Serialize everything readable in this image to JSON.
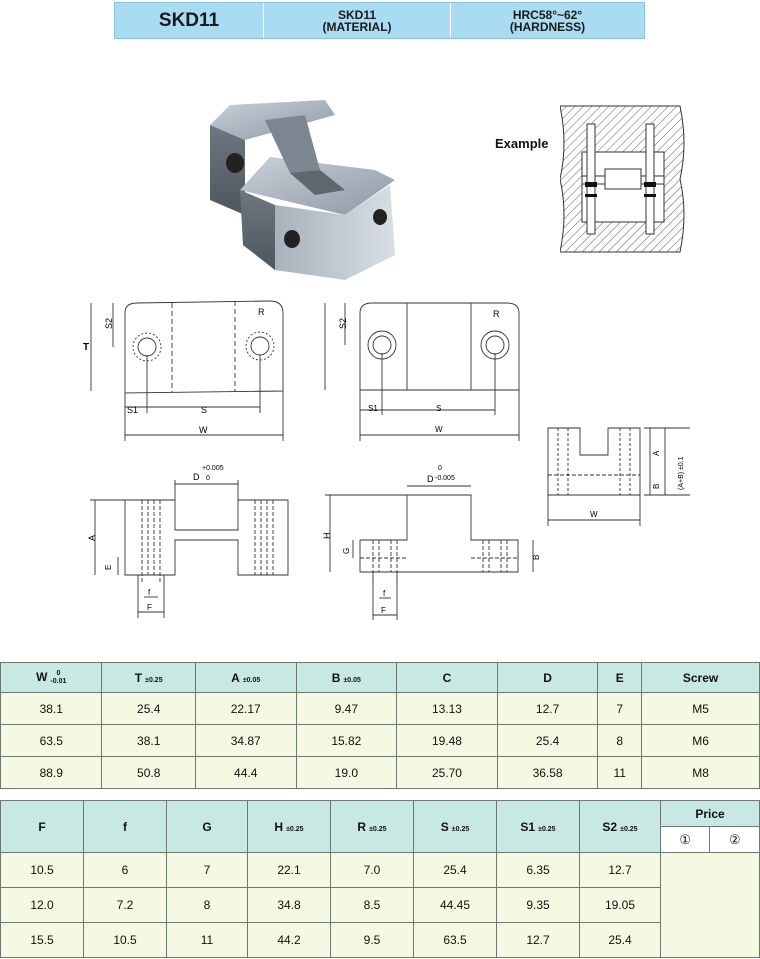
{
  "header": {
    "model": "SKD11",
    "material_value": "SKD11",
    "material_label": "(MATERIAL)",
    "hardness_value": "HRC58°~62°",
    "hardness_label": "(HARDNESS)"
  },
  "example_label": "Example",
  "drawing_labels": {
    "T": "T",
    "S2": "S2",
    "R": "R",
    "S1": "S1",
    "S": "S",
    "W": "W",
    "D_plus": "D",
    "D_plus_tol_up": "+0.005",
    "D_plus_tol_low": "0",
    "D_minus": "D",
    "D_minus_tol_up": "0",
    "D_minus_tol_low": "-0.005",
    "A": "A",
    "E": "E",
    "f": "f",
    "F": "F",
    "H": "H",
    "G": "G",
    "B": "B",
    "AB": "(A+B) ±0.1"
  },
  "table1": {
    "headers": [
      {
        "name": "W",
        "tol_up": "0",
        "tol_low": "-0.01"
      },
      {
        "name": "T",
        "tol": "±0.25"
      },
      {
        "name": "A",
        "tol": "±0.05"
      },
      {
        "name": "B",
        "tol": "±0.05"
      },
      {
        "name": "C",
        "tol": ""
      },
      {
        "name": "D",
        "tol": ""
      },
      {
        "name": "E",
        "tol": ""
      },
      {
        "name": "Screw",
        "tol": ""
      }
    ],
    "rows": [
      [
        "38.1",
        "25.4",
        "22.17",
        "9.47",
        "13.13",
        "12.7",
        "7",
        "M5"
      ],
      [
        "63.5",
        "38.1",
        "34.87",
        "15.82",
        "19.48",
        "25.4",
        "8",
        "M6"
      ],
      [
        "88.9",
        "50.8",
        "44.4",
        "19.0",
        "25.70",
        "36.58",
        "11",
        "M8"
      ]
    ]
  },
  "table2": {
    "headers": [
      {
        "name": "F",
        "tol": ""
      },
      {
        "name": "f",
        "tol": ""
      },
      {
        "name": "G",
        "tol": ""
      },
      {
        "name": "H",
        "tol": "±0.25"
      },
      {
        "name": "R",
        "tol": "±0.25"
      },
      {
        "name": "S",
        "tol": "±0.25"
      },
      {
        "name": "S1",
        "tol": "±0.25"
      },
      {
        "name": "S2",
        "tol": "±0.25"
      }
    ],
    "price_label": "Price",
    "price_cols": [
      "①",
      "②"
    ],
    "rows": [
      [
        "10.5",
        "6",
        "7",
        "22.1",
        "7.0",
        "25.4",
        "6.35",
        "12.7"
      ],
      [
        "12.0",
        "7.2",
        "8",
        "34.8",
        "8.5",
        "44.45",
        "9.35",
        "19.05"
      ],
      [
        "15.5",
        "10.5",
        "11",
        "44.2",
        "9.5",
        "63.5",
        "12.7",
        "25.4"
      ]
    ]
  }
}
